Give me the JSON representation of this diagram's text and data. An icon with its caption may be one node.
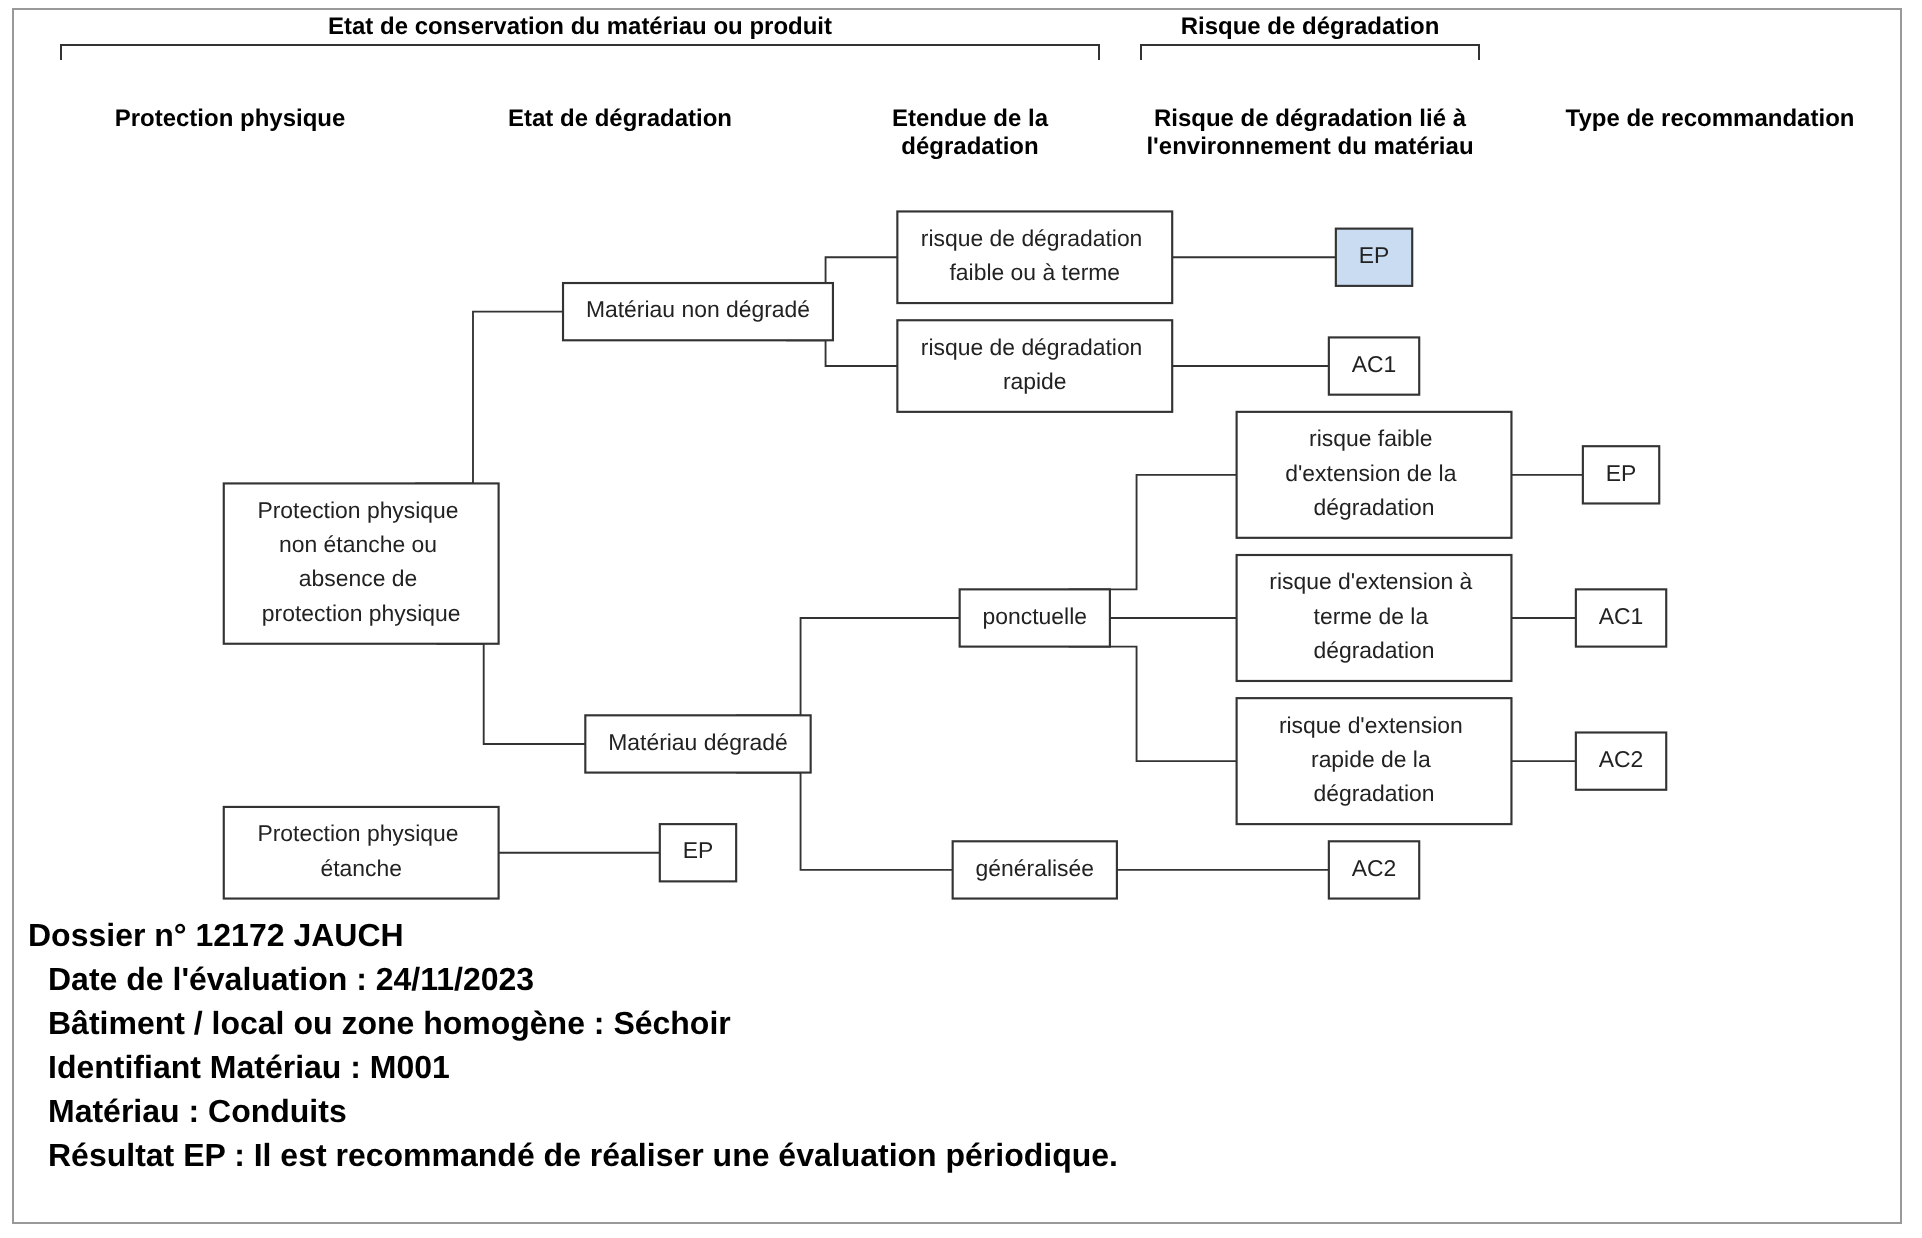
{
  "diagram": {
    "nodes": [
      {
        "text": [
          "Protection physique étanche"
        ]
      },
      {
        "text": [
          "Protection physique non étanche ou absence de protection physique"
        ]
      },
      {
        "text": [
          "Matériau non dégradé"
        ]
      },
      {
        "text": [
          "Matériau dégradé"
        ]
      },
      {
        "text": [
          "ponctuelle"
        ]
      },
      {
        "text": [
          "généralisée"
        ]
      },
      {
        "text": [
          "risque de dégradation faible ou à terme"
        ]
      },
      {
        "text": [
          "risque de dégradation rapide"
        ]
      },
      {
        "text": [
          "risque faible d'extension de la dégradation"
        ]
      },
      {
        "text": [
          "risque d'extension à terme de la dégradation"
        ]
      },
      {
        "text": [
          "risque d'extension rapide de la dégradation"
        ]
      },
      {
        "text": [
          "EP"
        ]
      },
      {
        "text": [
          "EP"
        ]
      },
      {
        "text": [
          "AC1"
        ]
      },
      {
        "text": [
          "EP"
        ]
      },
      {
        "text": [
          "AC1"
        ]
      },
      {
        "text": [
          "AC2"
        ]
      },
      {
        "text": [
          "AC2"
        ]
      }
    ],
    "edges": [
      {
        "from": 0,
        "to": 11,
        "arrow": "none"
      },
      {
        "from": 1,
        "to": 2,
        "arrow": "none"
      },
      {
        "from": 1,
        "to": 3,
        "arrow": "none"
      },
      {
        "from": 2,
        "to": 6,
        "arrow": "none"
      },
      {
        "from": 2,
        "to": 7,
        "arrow": "none"
      },
      {
        "from": 6,
        "to": 12,
        "arrow": "none"
      },
      {
        "from": 7,
        "to": 13,
        "arrow": "none"
      },
      {
        "from": 3,
        "to": 4,
        "arrow": "none"
      },
      {
        "from": 3,
        "to": 5,
        "arrow": "none"
      },
      {
        "from": 4,
        "to": 8,
        "arrow": "none"
      },
      {
        "from": 4,
        "to": 9,
        "arrow": "none"
      },
      {
        "from": 4,
        "to": 10,
        "arrow": "none"
      },
      {
        "from": 8,
        "to": 14,
        "arrow": "none"
      },
      {
        "from": 9,
        "to": 15,
        "arrow": "none"
      },
      {
        "from": 10,
        "to": 16,
        "arrow": "none"
      },
      {
        "from": 5,
        "to": 17,
        "arrow": "none"
      }
    ],
    "labels": [
      "Etat de conservation du matériau ou produit",
      "Risque de dégradation",
      "Protection physique",
      "Etat de dégradation",
      "Etendue de la dégradation",
      "Risque de dégradation lié à l'environnement du matériau",
      "Type de recommandation",
      "Dossier n° 12172 JAUCH",
      "Date de l'évaluation : 24/11/2023",
      "Bâtiment / local ou zone homogène : Séchoir",
      "Identifiant Matériau : M001",
      "Matériau : Conduits",
      "Résultat EP : Il est recommandé de réaliser une évaluation périodique."
    ]
  }
}
